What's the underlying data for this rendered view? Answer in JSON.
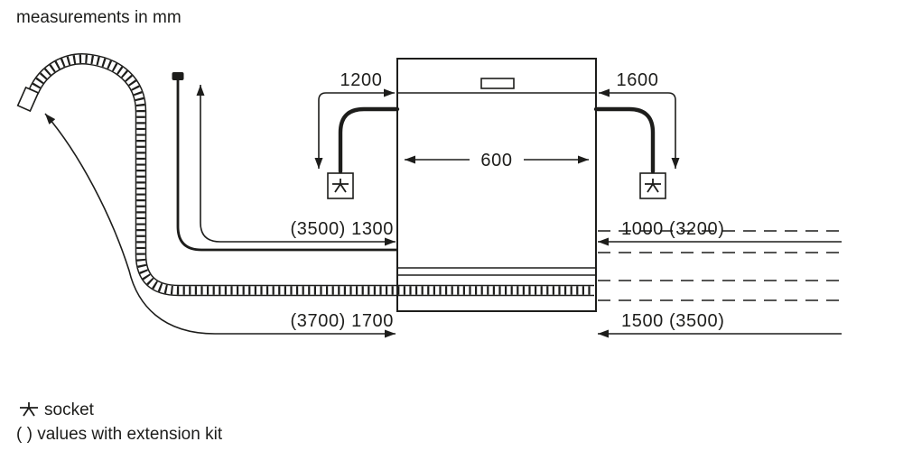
{
  "title": "measurements in mm",
  "colors": {
    "line": "#1d1d1b",
    "background": "#ffffff"
  },
  "appliance": {
    "type": "dishwasher-front-view"
  },
  "dims": {
    "cord_left": "1200",
    "cord_right": "1600",
    "appliance_width": "600",
    "supply_left": "(3500) 1300",
    "drain_left": "(3700) 1700",
    "supply_right": "1000 (3200)",
    "drain_right": "1500 (3500)"
  },
  "legend": {
    "socket": "socket",
    "extension": "( ) values with extension kit"
  }
}
